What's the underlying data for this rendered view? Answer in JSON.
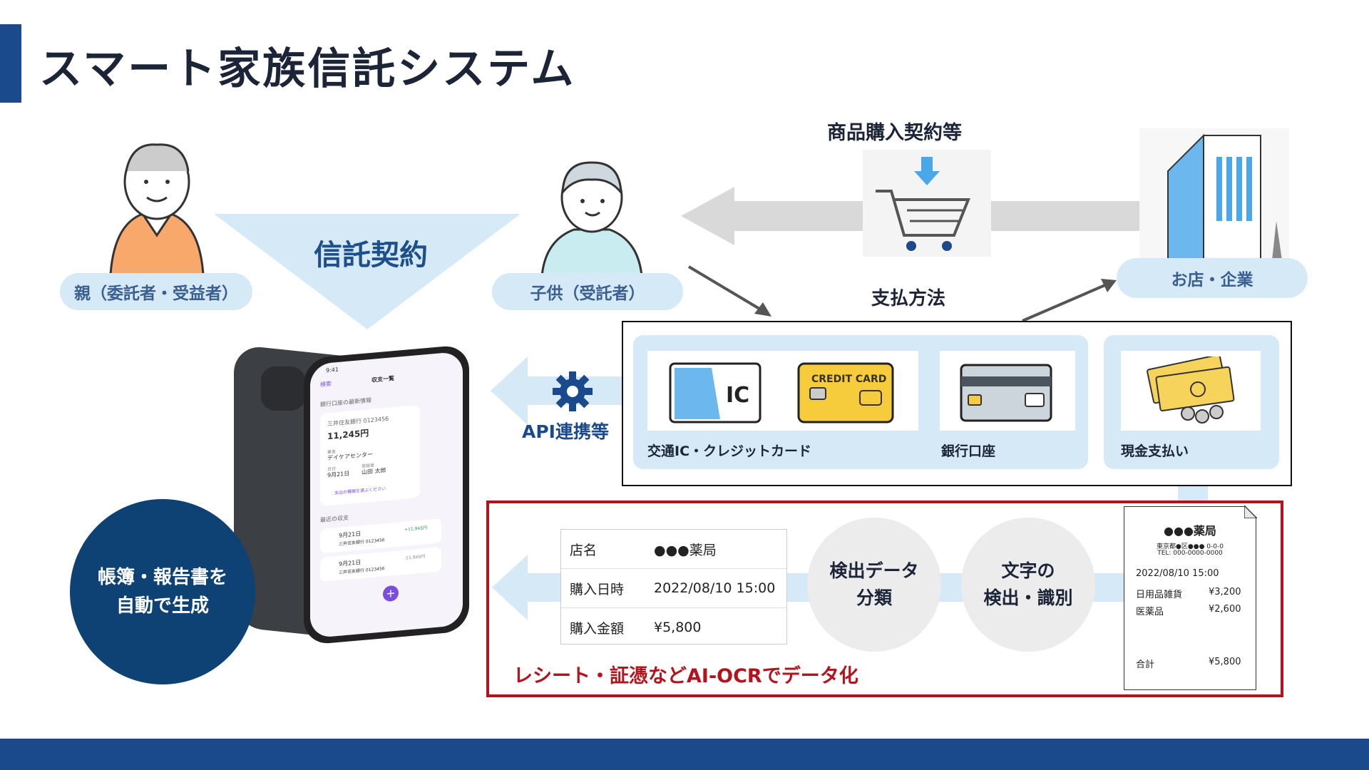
{
  "title": "スマート家族信託システム",
  "trust_contract": "信託契約",
  "parent_label": "親（委託者・受益者）",
  "child_label": "子供（受託者）",
  "store_label": "お店・企業",
  "purchase_label": "商品購入契約等",
  "payment_method_label": "支払方法",
  "api_label": "API連携等",
  "payment": {
    "ic_credit": "交通IC・クレジットカード",
    "bank": "銀行口座",
    "cash": "現金支払い",
    "ic_text": "IC",
    "credit_card_text": "CREDIT CARD"
  },
  "ocr": {
    "caption": "レシート・証憑などAI-OCRでデータ化",
    "classify_line1": "検出データ",
    "classify_line2": "分類",
    "detect_line1": "文字の",
    "detect_line2": "検出・識別"
  },
  "table": [
    {
      "key": "店名",
      "value": "●●●薬局"
    },
    {
      "key": "購入日時",
      "value": "2022/08/10 15:00"
    },
    {
      "key": "購入金額",
      "value": "¥5,800"
    }
  ],
  "receipt": {
    "shop": "●●●薬局",
    "address": "東京都●区●●● 0-0-0",
    "tel": "TEL: 000-0000-0000",
    "datetime": "2022/08/10 15:00",
    "items": [
      {
        "name": "日用品雑貨",
        "price": "¥3,200"
      },
      {
        "name": "医薬品",
        "price": "¥2,600"
      }
    ],
    "total_label": "合計",
    "total_value": "¥5,800"
  },
  "report_circle": {
    "line1": "帳簿・報告書を",
    "line2": "自動で生成"
  },
  "phone": {
    "time": "9:41",
    "nav_left": "検索",
    "header": "収支一覧",
    "section1": "銀行口座の最新情報",
    "bank_name": "三井住友銀行 0123456",
    "balance": "11,245円",
    "store_label": "業者",
    "store": "デイケアセンター",
    "date_label": "日付",
    "date": "9月21日",
    "person_label": "登録者",
    "person": "山田 太郎",
    "link": "支出の種類を選ぶください",
    "section2": "最近の収支",
    "tx1_date": "9月21日",
    "tx1_bank": "三井住友銀行 0123456",
    "tx1_amount": "+11,945円",
    "tx2_date": "9月21日",
    "tx2_bank": "三井住友銀行 0123456",
    "tx2_amount": "-11,945円"
  },
  "colors": {
    "navy": "#1b4a8c",
    "light_blue": "#d6e9f7",
    "red": "#b3141c",
    "grey_arrow": "#d9d9d9"
  }
}
